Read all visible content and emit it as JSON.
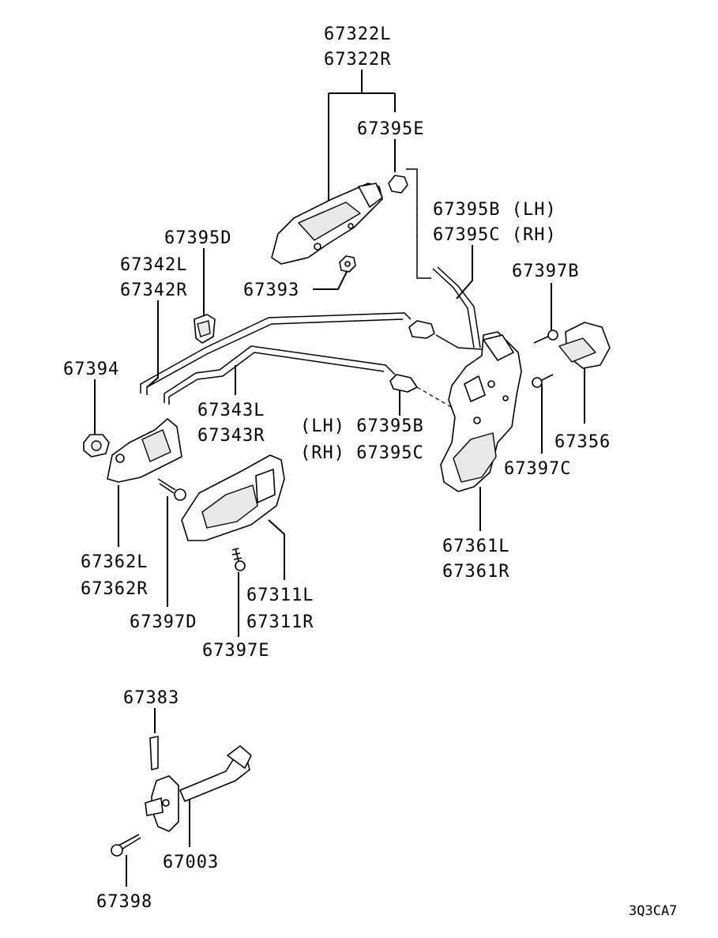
{
  "labels": {
    "p67322L": "67322L",
    "p67322R": "67322R",
    "p67395E": "67395E",
    "p67395B_LH": "67395B (LH)",
    "p67395C_RH": "67395C (RH)",
    "p67395D": "67395D",
    "p67342L": "67342L",
    "p67342R": "67342R",
    "p67393": "67393",
    "p67397B": "67397B",
    "p67394": "67394",
    "p67343L": "67343L",
    "p67343R": "67343R",
    "p67395B_lh": "(LH) 67395B",
    "p67395C_rh": "(RH) 67395C",
    "p67356": "67356",
    "p67397C": "67397C",
    "p67361L": "67361L",
    "p67361R": "67361R",
    "p67362L": "67362L",
    "p67362R": "67362R",
    "p67311L": "67311L",
    "p67311R": "67311R",
    "p67397D": "67397D",
    "p67397E": "67397E",
    "p67383": "67383",
    "p67003": "67003",
    "p67398": "67398"
  },
  "diagram_code": "3Q3CA7"
}
